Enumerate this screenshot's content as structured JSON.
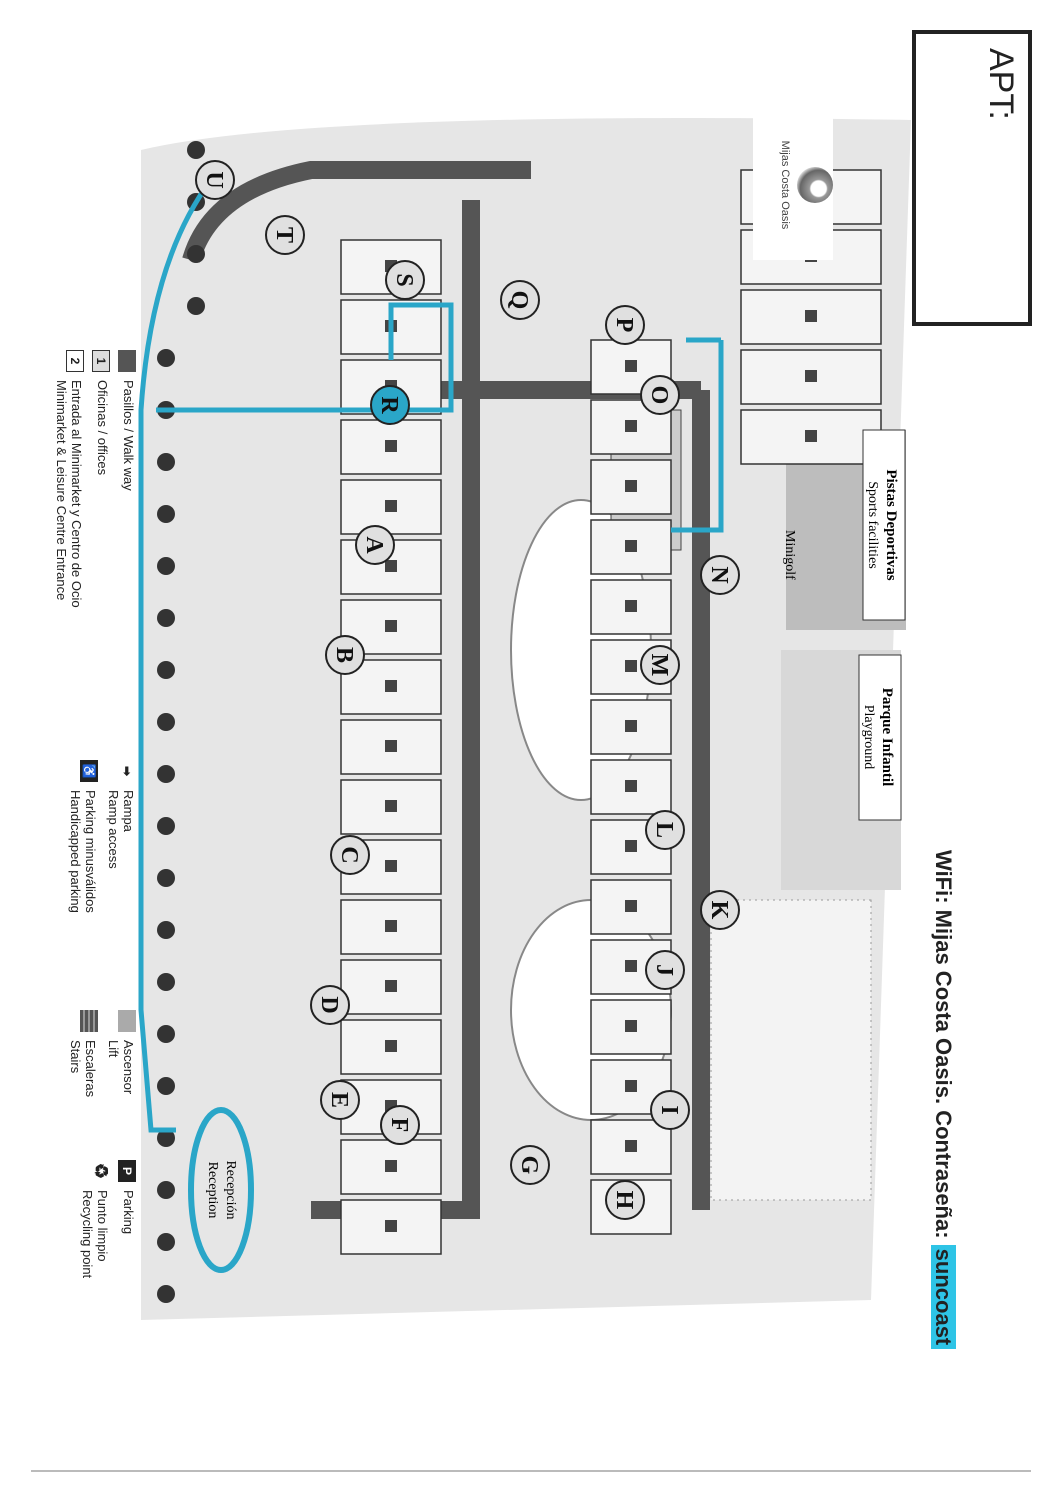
{
  "header": {
    "apt_label": "APT:",
    "logo_name": "Mijas Costa Oasis",
    "wifi_text": "WiFi: Mijas Costa Oasis. Contraseña: ",
    "wifi_password": "suncoast"
  },
  "map": {
    "buildings": [
      "A",
      "B",
      "C",
      "D",
      "E",
      "F",
      "G",
      "H",
      "I",
      "J",
      "K",
      "L",
      "M",
      "N",
      "O",
      "P",
      "Q",
      "R",
      "S",
      "T",
      "U"
    ],
    "signs": {
      "sports_es": "Pistas Deportivas",
      "sports_en": "Sports facilities",
      "minigolf": "Minigolf",
      "playground_es": "Parque Infantil",
      "playground_en": "Playground",
      "reception_es": "Recepción",
      "reception_en": "Reception"
    },
    "route_color": "#2aa6c8"
  },
  "legend": [
    {
      "icon": "walkway-swatch",
      "symbol": "",
      "text": "Pasillos / Walk way"
    },
    {
      "icon": "office-number-icon",
      "symbol": "1",
      "text": "Oficinas / offices"
    },
    {
      "icon": "entrance-number-icon",
      "symbol": "2",
      "text": "Entrada al Minimarket y Centro de Ocio",
      "text2": "Minimarket & Leisure Centre Entrance"
    },
    {
      "icon": "ramp-arrow-icon",
      "symbol": "➡",
      "text": "Rampa",
      "text2": "Ramp access"
    },
    {
      "icon": "handicapped-parking-icon",
      "symbol": "♿",
      "text": "Parking minusválidos",
      "text2": "Handicapped parking"
    },
    {
      "icon": "lift-icon",
      "symbol": "",
      "text": "Ascensor",
      "text2": "Lift"
    },
    {
      "icon": "stairs-icon",
      "symbol": "",
      "text": "Escaleras",
      "text2": "Stairs"
    },
    {
      "icon": "parking-icon",
      "symbol": "P",
      "text": "Parking"
    },
    {
      "icon": "recycling-icon",
      "symbol": "♻",
      "text": "Punto limpio",
      "text2": "Recycling point"
    }
  ]
}
